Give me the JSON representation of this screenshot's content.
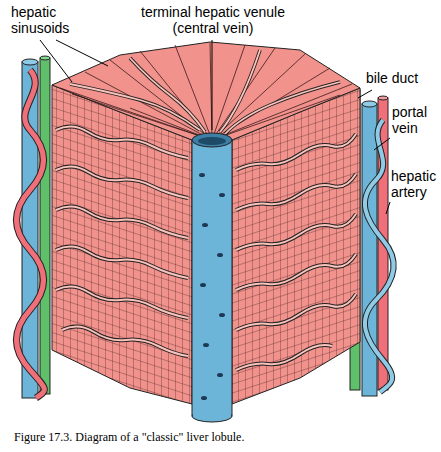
{
  "diagram": {
    "caption": "Figure 17.3. Diagram of a \"classic\" liver lobule.",
    "labels": [
      "hepatic sinusoids",
      "terminal hepatic venule (central vein)",
      "bile duct",
      "portal vein",
      "hepatic artery"
    ]
  }
}
